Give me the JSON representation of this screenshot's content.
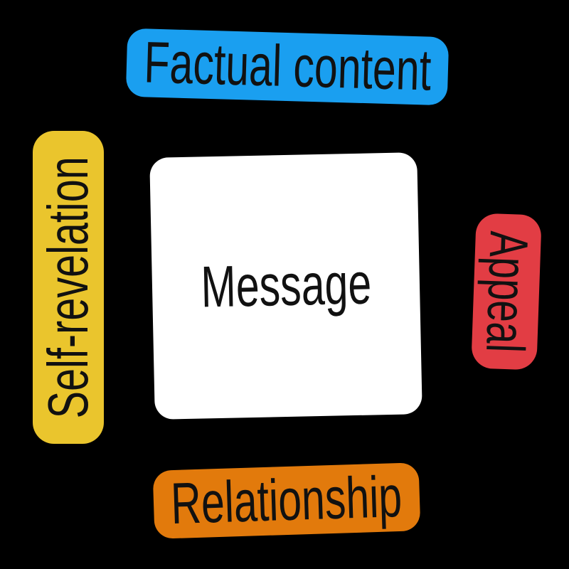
{
  "diagram": {
    "center": {
      "label": "Message",
      "color": "#ffffff"
    },
    "aspects": {
      "factual_content": {
        "label": "Factual content",
        "color": "#1a9ff0"
      },
      "self_revelation": {
        "label": "Self-revelation",
        "color": "#eac52d"
      },
      "appeal": {
        "label": "Appeal",
        "color": "#e23d44"
      },
      "relationship": {
        "label": "Relationship",
        "color": "#e27a0c"
      }
    },
    "background": "#000000"
  }
}
